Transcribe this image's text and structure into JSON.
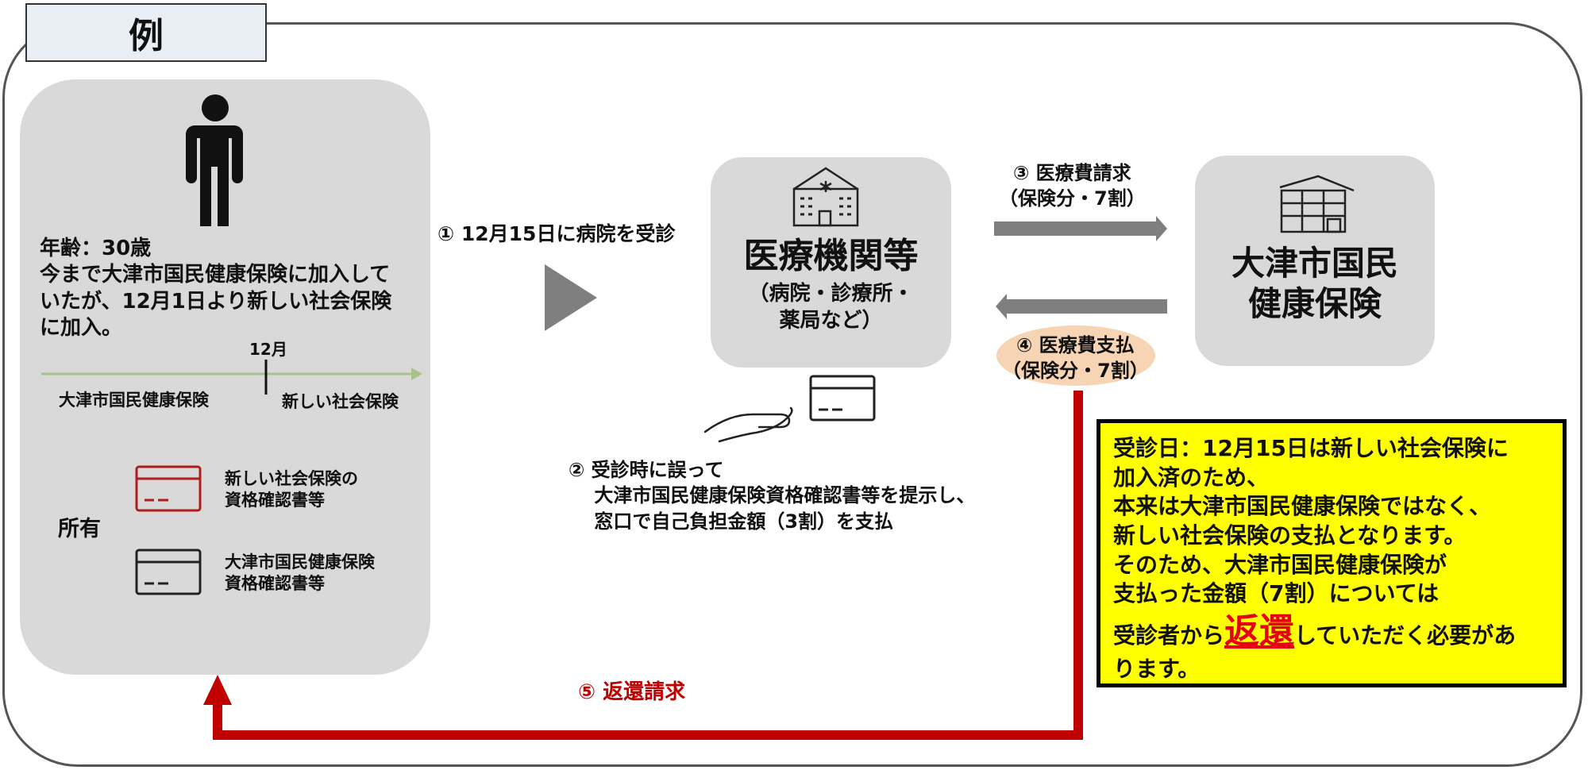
{
  "tag": "例",
  "person": {
    "info": "年齢：30歳\n今まで大津市国民健康保険に加入して\nいたが、12月1日より新しい社会保険\nに加入。",
    "timeline_month": "12月",
    "timeline_left": "大津市国民健康保険",
    "timeline_right": "新しい社会保険",
    "owned_label": "所有",
    "card_new": "新しい社会保険の\n資格確認書等",
    "card_old": "大津市国民健康保険\n資格確認書等"
  },
  "steps": {
    "step1": "① 12月15日に病院を受診",
    "step2": "② 受診時に誤って\n　 大津市国民健康保険資格確認書等を提示し、\n　 窓口で自己負担金額（3割）を支払",
    "step3": "③ 医療費請求\n（保険分・7割）",
    "step4": "④ 医療費支払\n（保険分・7割）",
    "step5": "⑤ 返還請求"
  },
  "medical": {
    "title": "医療機関等",
    "subtitle": "（病院・診療所・\n薬局など）"
  },
  "kokuho": {
    "title": "大津市国民\n健康保険"
  },
  "callout": {
    "text_before": "受診日：12月15日は新しい社会保険に\n加入済のため、\n本来は大津市国民健康保険ではなく、\n新しい社会保険の支払となります。\nそのため、大津市国民健康保険が\n支払った金額（7割）については\n受診者から",
    "highlight": "返還",
    "text_after": "していただく必要があ\nります。"
  },
  "colors": {
    "red": "#c00000",
    "card_red": "#b01c1c",
    "gray_arrow": "#7f7f7f",
    "timeline": "#a9c08a",
    "callout_bg": "#ffff00"
  },
  "icons": [
    "person-icon",
    "hospital-icon",
    "office-building-icon",
    "hand-icon",
    "card-icon"
  ]
}
